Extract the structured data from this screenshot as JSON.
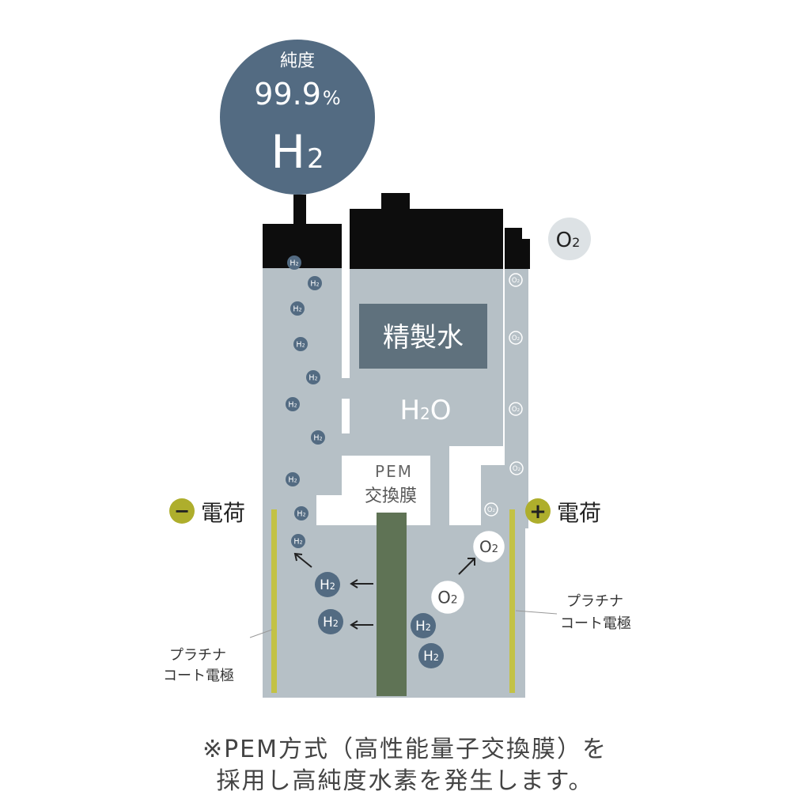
{
  "purity": {
    "label": "純度",
    "value": "99.9",
    "unit": "%",
    "gas": "H",
    "gas_sub": "2"
  },
  "o2_outlet": {
    "gas": "O",
    "sub": "2"
  },
  "water_tank": {
    "label": "精製水",
    "formula": "H",
    "formula_sub": "2",
    "formula_tail": "O"
  },
  "membrane": {
    "line1": "PEM",
    "line2": "交換膜"
  },
  "minus_charge": {
    "sign": "−",
    "label": "電荷"
  },
  "plus_charge": {
    "sign": "+",
    "label": "電荷"
  },
  "electrode_left": {
    "line1": "プラチナ",
    "line2": "コート電極"
  },
  "electrode_right": {
    "line1": "プラチナ",
    "line2": "コート電極"
  },
  "bubble": {
    "h": "H",
    "o": "O",
    "sub": "2"
  },
  "caption": {
    "line1": "※PEM方式（高性能量子交換膜）を",
    "line2": "採用し高純度水素を発生します。"
  },
  "colors": {
    "navy": "#536b82",
    "tank": "#b6c0c6",
    "cap": "#0d0d0d",
    "label_box": "#5f717d",
    "membrane": "#5f7355",
    "electrode": "#c3c245",
    "accent": "#aeae2c",
    "o2_fill": "#dde2e5",
    "text": "#444444"
  }
}
